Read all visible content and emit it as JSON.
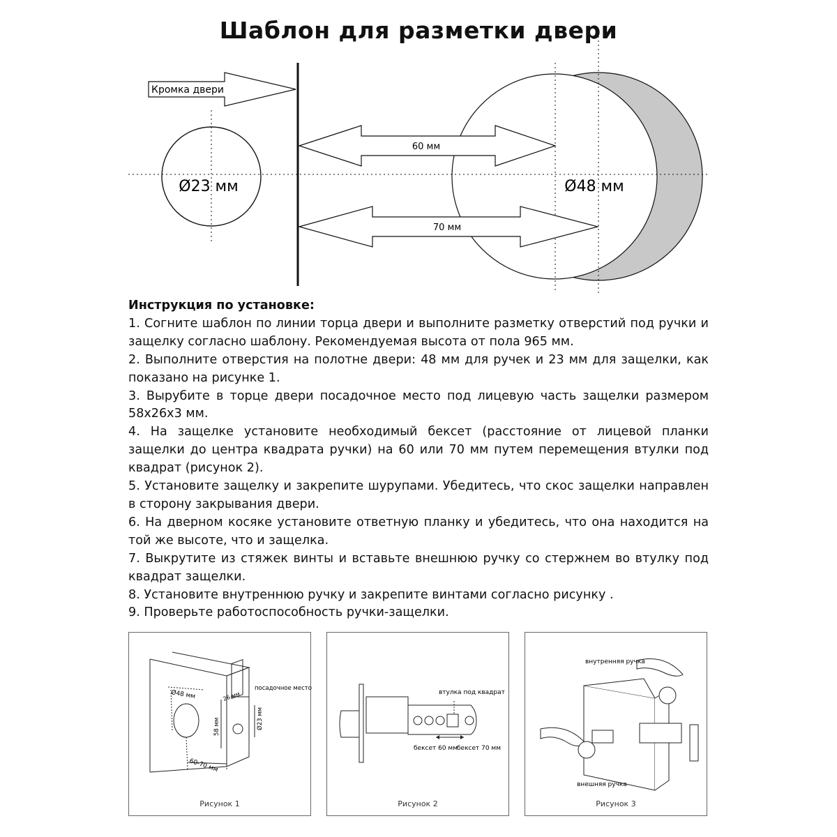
{
  "title": "Шаблон для разметки двери",
  "template": {
    "edge_label": "Кромка двери",
    "dim_60": "60 мм",
    "dim_70": "70 мм",
    "hole_small": "Ø23 мм",
    "hole_large": "Ø48 мм"
  },
  "instructions": {
    "heading": "Инструкция по установке:",
    "steps": [
      "1. Согните шаблон по линии торца двери и выполните разметку отверстий под ручки и защелку согласно шаблону. Рекомендуемая высота от пола 965 мм.",
      "2. Выполните отверстия на полотне двери: 48 мм для ручек и 23 мм для защелки, как показано на рисунке 1.",
      "3. Вырубите в торце двери посадочное место под лицевую часть защелки размером 58x26x3 мм.",
      "4. На защелке установите необходимый бексет (расстояние от лицевой планки защелки до центра квадрата ручки) на 60 или 70 мм путем перемещения втулки под квадрат (рисунок 2).",
      "5. Установите защелку и закрепите шурупами. Убедитесь, что скос защелки направлен в сторону закрывания двери.",
      "6. На дверном косяке установите ответную планку и убедитесь, что она находится на той же высоте, что и защелка.",
      "7. Выкрутите из стяжек винты и вставьте внешнюю ручку со стержнем во втулку под квадрат защелки.",
      "8. Установите внутреннюю ручку и закрепите винтами согласно рисунку .",
      "9. Проверьте работоспособность ручки-защелки."
    ]
  },
  "figures": {
    "fig1": {
      "caption": "Рисунок 1",
      "d48": "Ø48 мм",
      "d26": "26 мм",
      "seat": "посадочное место",
      "d23": "Ø23 мм",
      "d58": "58 мм",
      "d6070": "60-70 мм"
    },
    "fig2": {
      "caption": "Рисунок 2",
      "sleeve": "втулка под квадрат",
      "backset60": "бексет 60 мм",
      "backset70": "бексет 70 мм"
    },
    "fig3": {
      "caption": "Рисунок 3",
      "inner": "внутренняя ручка",
      "outer": "внешняя ручка"
    }
  },
  "colors": {
    "crescent": "#c8c8c8",
    "line": "#111111",
    "frame": "#666666"
  }
}
